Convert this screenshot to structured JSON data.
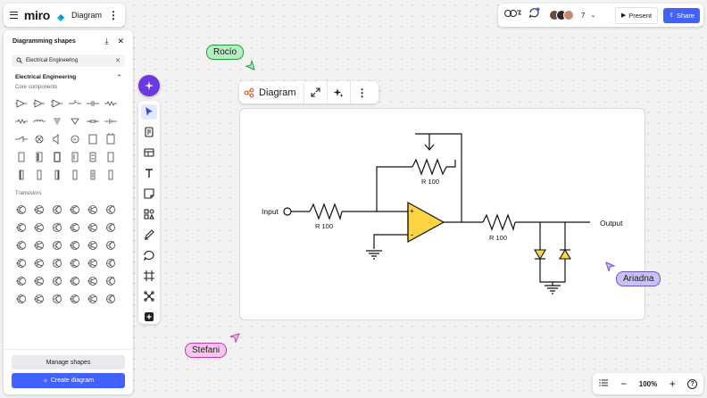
{
  "topbar": {
    "logo": "miro",
    "board_name": "Diagram",
    "collaborator_count": "7",
    "present_label": "Present",
    "share_label": "Share"
  },
  "panel": {
    "title": "Diagramming shapes",
    "search_value": "Electrical Engineering",
    "section_title": "Electrical Engineering",
    "core_label": "Core components",
    "transistors_label": "Transistors",
    "manage_label": "Manage shapes",
    "create_label": "Create diagram"
  },
  "frame": {
    "title": "Diagram"
  },
  "circuit": {
    "input_label": "Input",
    "output_label": "Output",
    "r1_label": "R 100",
    "r2_label": "R 100",
    "r3_label": "R 100",
    "plus_sign": "+",
    "minus_sign": "-"
  },
  "cursors": {
    "rocio": "Rocío",
    "ariadna": "Ariadna",
    "stefani": "Stefani"
  },
  "zoom": {
    "level": "100%",
    "help": "?"
  },
  "colors": {
    "accent": "#4262ff",
    "opamp_fill": "#fed444",
    "ai_purple": "#6a3ae0",
    "rocio_bg": "#b7eec1",
    "ariadna_bg": "#c9c2f4",
    "stefani_bg": "#f6c6ec"
  }
}
